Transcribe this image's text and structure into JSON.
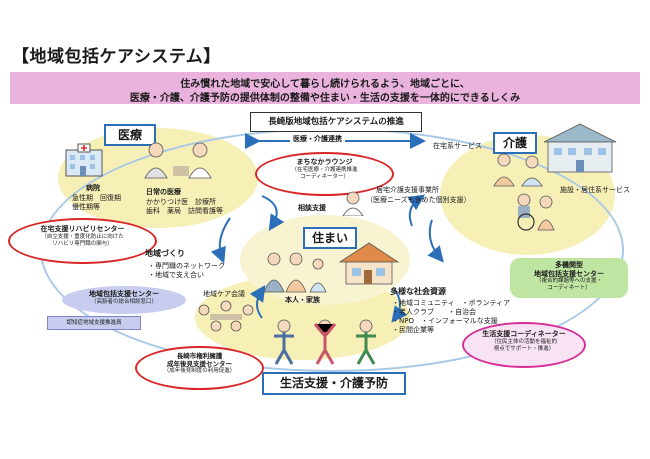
{
  "title": "【地域包括ケアシステム】",
  "banner": {
    "line1": "住み慣れた地域で安心して暮らし続けられるよう、地域ごとに、",
    "line2": "医療・介護、介護予防の提供体制の整備や住まい・生活の支援を一体的にできるしくみ"
  },
  "system_title": "長崎版地域包括ケアシステムの推進",
  "categories": {
    "iryo": "医療",
    "kaigo": "介護",
    "sumai": "住まい",
    "seikatsu": "生活支援・介護予防"
  },
  "iryo_kaigo_renkei": "医療・介護連携",
  "hospital": {
    "name": "病院",
    "items": [
      "急性期　回復期",
      "慢性期等"
    ]
  },
  "daily_care": {
    "name": "日常の医療",
    "items": [
      "かかりつけ医　診療所",
      "歯科　薬局　訪問看護等"
    ]
  },
  "home_services": "在宅系サービス",
  "facility_services": "施設・居住系サービス",
  "machinaka": {
    "title": "まちなかラウンジ",
    "sub": [
      "（在宅医療・介護連携推進",
      "コーディネーター）"
    ]
  },
  "care_manager": {
    "title": "居宅介護支援事業所",
    "sub": "（医療ニーズも含めた個別支援）"
  },
  "consult": "相談支援",
  "rehab": {
    "title": "在宅支援リハビリセンター",
    "sub": [
      "（自立支援・重度化防止に向けた",
      "リハビリ専門職の関与）"
    ]
  },
  "tiiki_zukuri": {
    "title": "地域づくり",
    "items": [
      "・専門職のネットワーク",
      "・地域で支え合い"
    ]
  },
  "person": "本人・家族",
  "houkatsu": {
    "title": "地域包括支援センター",
    "sub": "（高齢者の総合相談窓口）"
  },
  "ninchisho": "認知症地域支援推進員",
  "tiiki_care_kaigi": "地域ケア会議",
  "tayou": {
    "title": "多様な社会資源",
    "items": [
      "・地域コミュニティ　・ボランティア",
      "・老人クラブ　　・自治会",
      "・NPO　・インフォーマルな支援",
      "・民間企業等"
    ]
  },
  "multi_center": {
    "lines": [
      "多機関型",
      "地域包括支援センター"
    ],
    "sub": [
      "（複合的課題等への支援・",
      "コーディネート）"
    ]
  },
  "coordinator": {
    "title": "生活支援コーディネーター",
    "sub": [
      "（住民主体の活動を福祉的",
      "視点でサポート・推進）"
    ]
  },
  "kenri": {
    "lines": [
      "長崎市権利擁護",
      "成年後見支援センター"
    ],
    "sub": "（成年後見制度の利用促進）"
  },
  "colors": {
    "banner": "#e9b3de",
    "blue": "#2b6fb8",
    "red": "#d92525",
    "green": "#bfe5a3",
    "yellow": "#f6efb6",
    "lavender": "#c8cdf0",
    "pink": "#d62f9a"
  }
}
